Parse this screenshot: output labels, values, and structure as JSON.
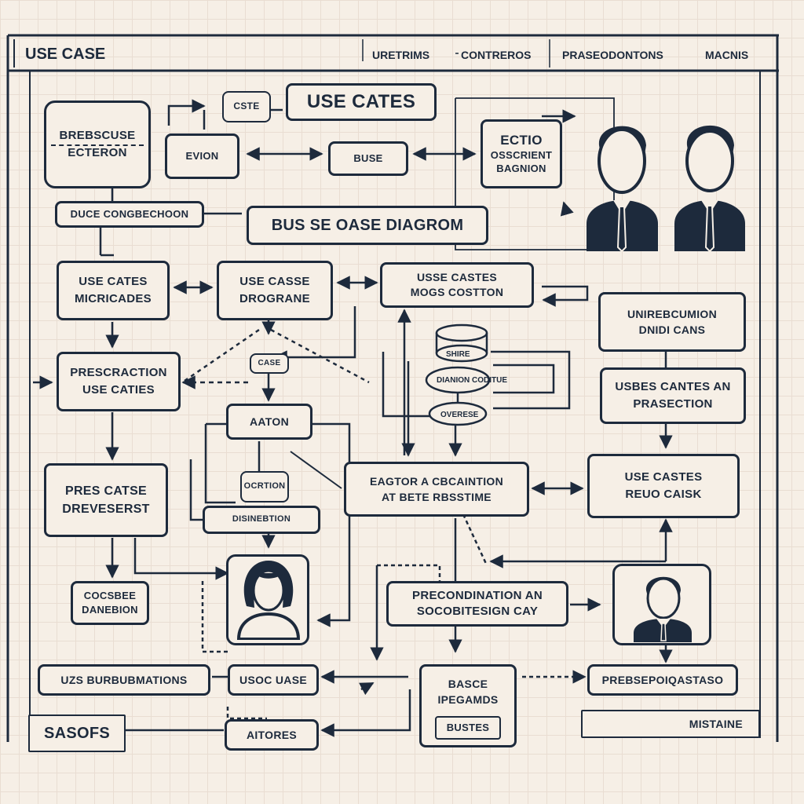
{
  "header": {
    "title": "USE CASE",
    "columns": [
      "URETRIMS",
      "CONTREROS",
      "PRASEODONTONS",
      "MACNIS"
    ]
  },
  "top": {
    "callout": "CSTE",
    "use_cates_title": "USE CATES",
    "left_box": [
      "BREBSCUSE",
      "ECTERON"
    ],
    "evion": "EVION",
    "buse": "BUSE",
    "ectio_box": [
      "ECTIO",
      "OSSCRIENT",
      "BAGNION"
    ],
    "duce_box": "DUCE CONGBECHOON",
    "diagram_title": "BUS SE OASE DIAGROM"
  },
  "middle": {
    "micricades": [
      "USE CATES",
      "MICRICADES"
    ],
    "drograme": [
      "USE CASSE",
      "DROGRANE"
    ],
    "mocs": [
      "USSE CASTES",
      "MOGS COSTTON"
    ],
    "unirebcumion": [
      "UNIREBCUMION",
      "DNIDI CANS"
    ],
    "prescraction": [
      "PRESCRACTION",
      "USE CATIES"
    ],
    "cyl_top": "SHIRE",
    "cyl_mid": "DIANION CODITUE",
    "cyl_bot": "OVERESE",
    "small_node": "CASE",
    "aaton": "AATON",
    "usbes_cantes": [
      "USBES CANTES AN",
      "PRASECTION"
    ],
    "pres_catse": [
      "PRES CATSE",
      "DREVESERST"
    ],
    "ocrtion": "OCRTION",
    "disinebtion": "DISINEBTION",
    "eagtor": [
      "EAGTOR A CBCAINTION",
      "AT BETE RBSSTIME"
    ],
    "use_castes_rec": [
      "USE CASTES",
      "REUO CAISK"
    ]
  },
  "bottom": {
    "cocsbee": [
      "COCSBEE",
      "DANEBION"
    ],
    "precondination": [
      "PRECONDINATION AN",
      "SOCOBITESIGN CAY"
    ],
    "uzs": "UZS BURBUBMATIONS",
    "usoc": "USOC UASE",
    "basce": [
      "BASCE",
      "IPEGAMDS"
    ],
    "bustes": "BUSTES",
    "prebsepo": "PREBSEPOIQASTASO",
    "sasofs": "SASOFS",
    "aitores": "AITORES",
    "mistaine": "MISTAINE"
  },
  "colors": {
    "ink": "#1d2a3c",
    "paper": "#f6efe6",
    "grid": "#e9ddd2"
  }
}
